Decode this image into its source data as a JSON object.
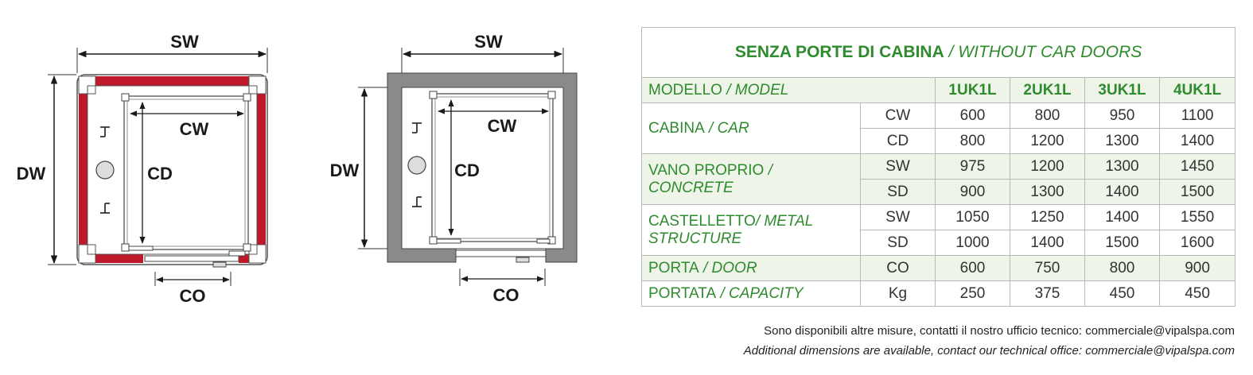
{
  "diagram_metal": {
    "labels": {
      "sw": "SW",
      "dw": "DW",
      "cw": "CW",
      "cd": "CD",
      "co": "CO"
    },
    "colors": {
      "frame": "#c0182b",
      "outline": "#555555"
    }
  },
  "diagram_concrete": {
    "labels": {
      "sw": "SW",
      "dw": "DW",
      "cw": "CW",
      "cd": "CD",
      "co": "CO"
    },
    "colors": {
      "wall": "#8a8a8a",
      "outline": "#444444"
    }
  },
  "table": {
    "title_it": "SENZA PORTE DI CABINA",
    "title_sep": " / ",
    "title_en": "WITHOUT CAR DOORS",
    "header": {
      "label_it": "MODELLO",
      "label_en": "/ MODEL",
      "models": [
        "1UK1L",
        "2UK1L",
        "3UK1L",
        "4UK1L"
      ]
    },
    "groups": [
      {
        "label_it": "CABINA",
        "label_en": " / CAR",
        "rows": [
          {
            "sub": "CW",
            "values": [
              "600",
              "800",
              "950",
              "1100"
            ]
          },
          {
            "sub": "CD",
            "values": [
              "800",
              "1200",
              "1300",
              "1400"
            ]
          }
        ]
      },
      {
        "label_it": "VANO PROPRIO",
        "label_en": " / CONCRETE",
        "rows": [
          {
            "sub": "SW",
            "values": [
              "975",
              "1200",
              "1300",
              "1450"
            ]
          },
          {
            "sub": "SD",
            "values": [
              "900",
              "1300",
              "1400",
              "1500"
            ]
          }
        ]
      },
      {
        "label_it": "CASTELLETTO",
        "label_en": "/ METAL STRUCTURE",
        "rows": [
          {
            "sub": "SW",
            "values": [
              "1050",
              "1250",
              "1400",
              "1550"
            ]
          },
          {
            "sub": "SD",
            "values": [
              "1000",
              "1400",
              "1500",
              "1600"
            ]
          }
        ]
      },
      {
        "label_it": "PORTA",
        "label_en": " / DOOR",
        "rows": [
          {
            "sub": "CO",
            "values": [
              "600",
              "750",
              "800",
              "900"
            ]
          }
        ]
      },
      {
        "label_it": "PORTATA",
        "label_en": " / CAPACITY",
        "rows": [
          {
            "sub": "Kg",
            "values": [
              "250",
              "375",
              "450",
              "450"
            ]
          }
        ]
      }
    ],
    "colors": {
      "accent": "#2e8b2e",
      "band": "#eef5e8",
      "border": "#b9b9b9"
    }
  },
  "notes": {
    "it": "Sono disponibili altre misure, contatti il nostro ufficio tecnico: commerciale@vipalspa.com",
    "en": "Additional dimensions are available, contact our technical office: commerciale@vipalspa.com"
  }
}
